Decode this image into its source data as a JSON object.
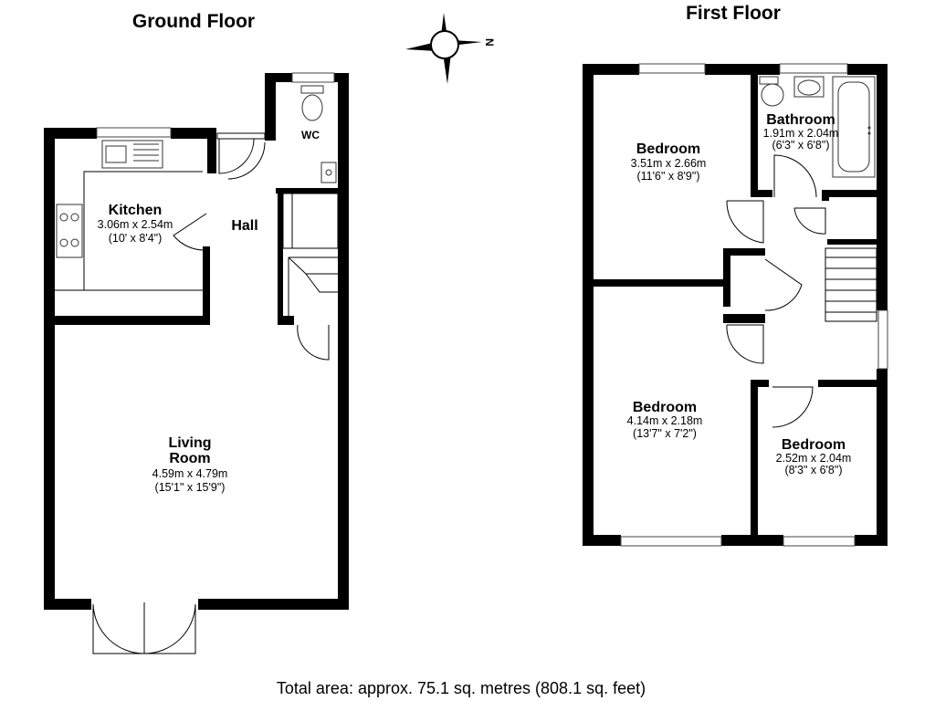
{
  "floors": {
    "ground": {
      "title": "Ground Floor",
      "rooms": {
        "kitchen": {
          "name": "Kitchen",
          "metric": "3.06m x 2.54m",
          "imperial": "(10' x 8'4\")"
        },
        "hall": {
          "name": "Hall"
        },
        "wc": {
          "name": "WC"
        },
        "living": {
          "name_line1": "Living",
          "name_line2": "Room",
          "metric": "4.59m x 4.79m",
          "imperial": "(15'1\" x 15'9\")"
        }
      }
    },
    "first": {
      "title": "First Floor",
      "rooms": {
        "bedroom1": {
          "name": "Bedroom",
          "metric": "3.51m x 2.66m",
          "imperial": "(11'6\" x 8'9\")"
        },
        "bathroom": {
          "name": "Bathroom",
          "metric": "1.91m x 2.04m",
          "imperial": "(6'3\" x 6'8\")"
        },
        "bedroom2": {
          "name": "Bedroom",
          "metric": "4.14m x 2.18m",
          "imperial": "(13'7\" x 7'2\")"
        },
        "bedroom3": {
          "name": "Bedroom",
          "metric": "2.52m x 2.04m",
          "imperial": "(8'3\" x 6'8\")"
        }
      }
    }
  },
  "compass": {
    "label": "N"
  },
  "footer": {
    "total_area": "Total area: approx. 75.1 sq. metres (808.1 sq. feet)"
  }
}
